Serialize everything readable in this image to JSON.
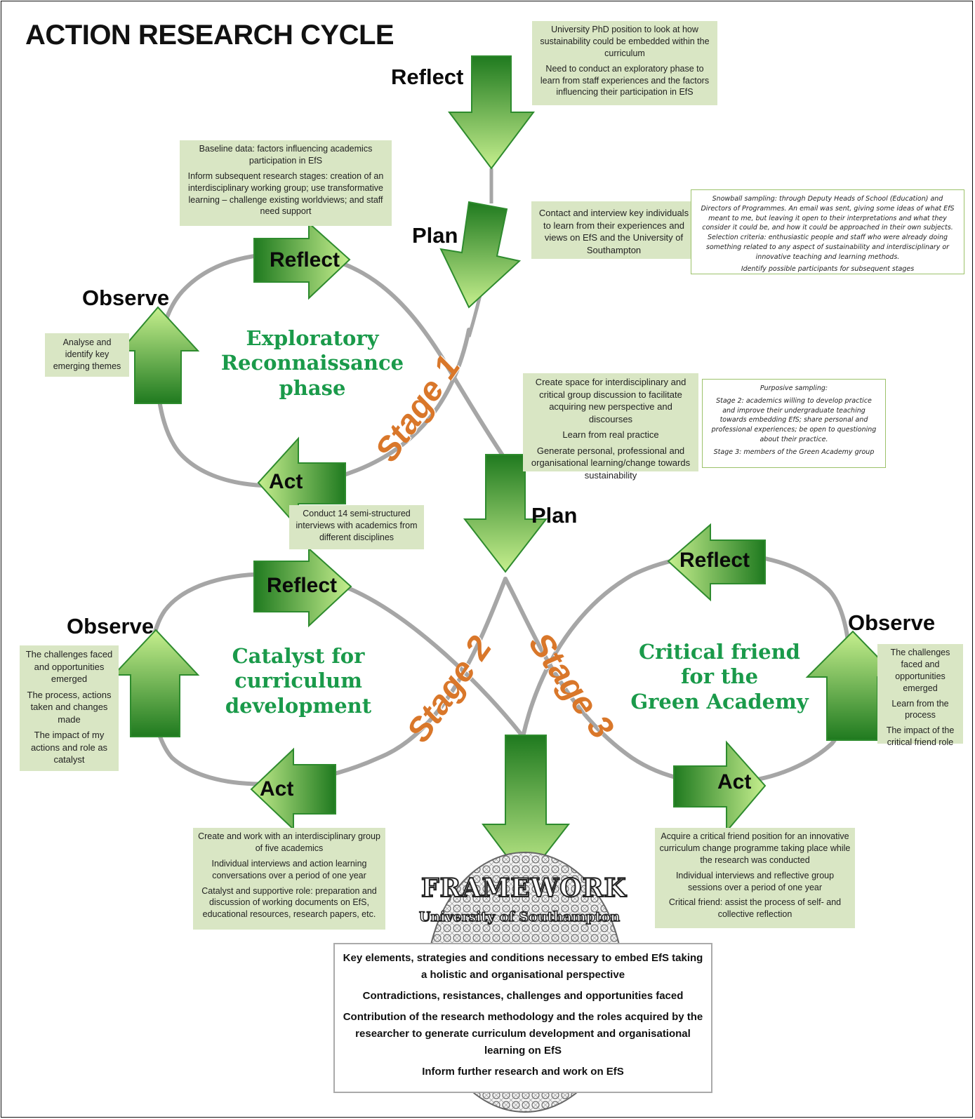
{
  "title": "ACTION RESEARCH CYCLE",
  "labels": {
    "reflect_top": "Reflect",
    "plan_top": "Plan",
    "reflect_s1": "Reflect",
    "observe_s1": "Observe",
    "act_s1": "Act",
    "plan_mid": "Plan",
    "reflect_s2": "Reflect",
    "observe_s2": "Observe",
    "act_s2": "Act",
    "reflect_s3": "Reflect",
    "observe_s3": "Observe",
    "act_s3": "Act"
  },
  "stages": {
    "stage1": "Stage 1",
    "stage2": "Stage 2",
    "stage3": "Stage 3"
  },
  "phases": {
    "stage1_l1": "Exploratory",
    "stage1_l2": "Reconnaissance",
    "stage1_l3": "phase",
    "stage2_l1": "Catalyst for",
    "stage2_l2": "curriculum",
    "stage2_l3": "development",
    "stage3_l1": "Critical friend",
    "stage3_l2": "for the",
    "stage3_l3": "Green Academy"
  },
  "boxes": {
    "top_reflect": [
      "University PhD position to look at how sustainability could be embedded within the curriculum",
      "Need to conduct an exploratory phase to learn from staff experiences and the factors influencing their participation in EfS"
    ],
    "s1_reflect": [
      "Baseline data: factors influencing academics participation in EfS",
      "Inform subsequent research stages: creation of an interdisciplinary working group; use transformative learning – challenge existing worldviews; and staff need support"
    ],
    "plan_top": [
      "Contact and interview key individuals to learn from their experiences and views on EfS and the University of Southampton"
    ],
    "s1_observe": [
      "Analyse and identify key emerging themes"
    ],
    "s1_act": [
      "Conduct 14 semi-structured interviews with academics from different disciplines"
    ],
    "plan_mid": [
      "Create space for interdisciplinary and critical group discussion to facilitate acquiring new perspective and discourses",
      "Learn from real practice",
      "Generate personal, professional and organisational learning/change towards sustainability"
    ],
    "s2_observe": [
      "The challenges faced and opportunities emerged",
      "The process, actions taken and changes made",
      "The impact of my actions and role as catalyst"
    ],
    "s2_act": [
      "Create and work with an interdisciplinary group of five academics",
      "Individual interviews and action learning conversations over a period of one year",
      "Catalyst and supportive role: preparation and discussion of working documents on EfS, educational resources, research papers, etc."
    ],
    "s3_observe": [
      "The challenges faced and opportunities emerged",
      "Learn from the process",
      "The impact of the critical friend role"
    ],
    "s3_act": [
      "Acquire a critical friend position for an innovative curriculum change programme taking place while the research was conducted",
      "Individual interviews and reflective group sessions over a period of one year",
      "Critical friend: assist the process of self- and collective reflection"
    ]
  },
  "notes": {
    "snowball": [
      "Snowball sampling: through Deputy Heads of School (Education) and Directors of Programmes. An email was sent, giving some ideas of what EfS meant to me, but leaving it open to their interpretations and what they consider it could be, and how it could be approached in their own subjects. Selection criteria: enthusiastic people and staff who were already doing something related to any aspect of sustainability and interdisciplinary or innovative teaching and learning methods.",
      "Identify possible participants for subsequent stages"
    ],
    "purposive": [
      "Purposive sampling:",
      "Stage 2: academics willing to develop practice and improve their undergraduate teaching towards embedding EfS; share personal and professional experiences; be open to questioning about their practice.",
      "Stage 3: members of the Green Academy group"
    ]
  },
  "framework": {
    "title": "FRAMEWORK",
    "subtitle": "University of Southampton",
    "items": [
      "Key elements, strategies and conditions necessary to embed EfS taking a holistic and organisational perspective",
      "Contradictions, resistances, challenges and opportunities faced",
      "Contribution of the research methodology and the roles acquired by the researcher to generate curriculum development and organisational learning on EfS",
      "Inform further research and work on EfS"
    ]
  },
  "colors": {
    "arrow_dark": "#1f7a1f",
    "arrow_light": "#b8e986",
    "loop": "#a6a6a6",
    "phase_text": "#1a9a4a",
    "stage_text": "#d9772a",
    "box_bg": "#d9e6c4"
  }
}
